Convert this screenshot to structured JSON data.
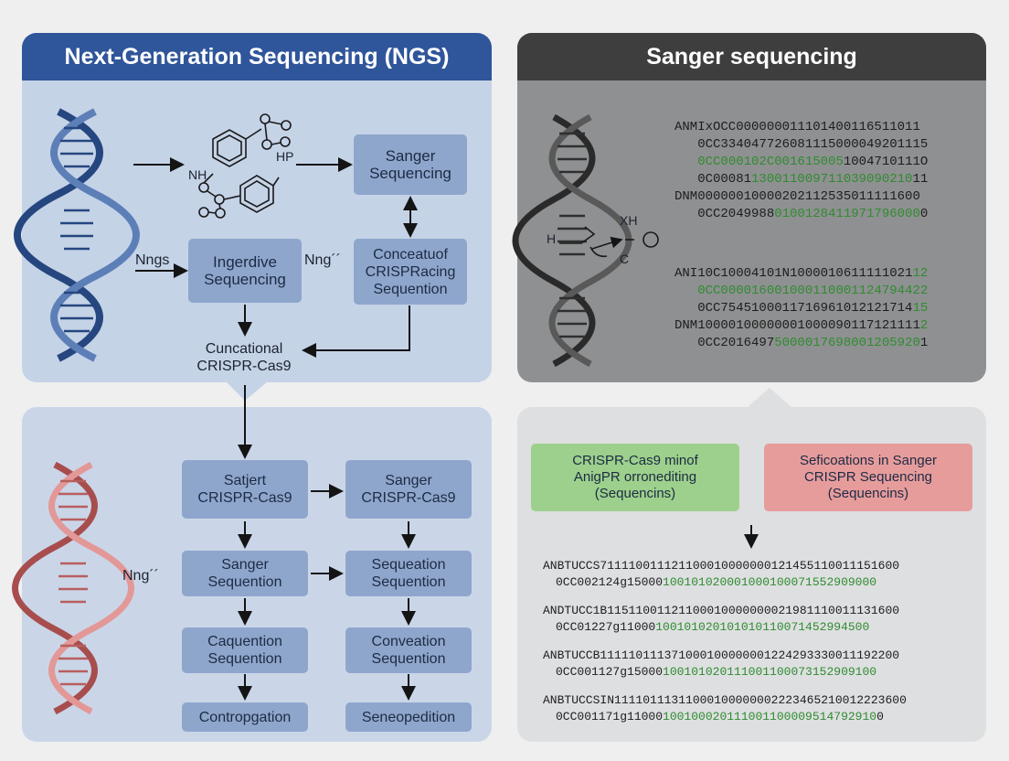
{
  "colors": {
    "ngs_header": "#2f559a",
    "sanger_header": "#3e3e3e",
    "box": "#8fa6cc",
    "green_box": "#9dd08c",
    "red_box": "#e79c9c",
    "green_text": "#2f8c2f"
  },
  "ngs": {
    "header": "Next-Generation Sequencing (NGS)",
    "molecule_labels": {
      "nh": "NH",
      "hp": "HP"
    },
    "boxes": {
      "sanger_sequencing": "Sanger\nSequencing",
      "ingerdive": "Ingerdive\nSequencing",
      "conceatuof": "Conceatuof\nCRISPRacing\nSequention"
    },
    "labels": {
      "nngs": "Nngs",
      "nng": "Nng´´",
      "cuncational": "Cuncational\nCRISPR-Cas9"
    }
  },
  "ngs_lower": {
    "side_label": "Nng´´",
    "left_column": [
      "Satjert\nCRISPR-Cas9",
      "Sanger\nSequention",
      "Caquention\nSequention",
      "Contropgation"
    ],
    "right_column": [
      "Sanger\nCRISPR-Cas9",
      "Sequeation\nSequention",
      "Conveation\nSequention",
      "Seneopedition"
    ]
  },
  "sanger": {
    "header": "Sanger sequencing",
    "molecule_labels": {
      "h": "H",
      "xh": "XH",
      "c": "C"
    },
    "seq_block1": [
      [
        "ANMIxOCC000000011101400116511011",
        ""
      ],
      [
        "   0CC334047726081115000049201115",
        ""
      ],
      [
        "   ",
        "0CC000102C001615005",
        "1004710111O"
      ],
      [
        "   0C00081",
        "130011009711039090210",
        "11"
      ],
      [
        "DNM00000010000202112535011111600",
        ""
      ],
      [
        "   0CC2049988",
        "0100128411971796000",
        "0"
      ]
    ],
    "seq_block2": [
      [
        "ANI10C10004101N1000010611111021",
        "12"
      ],
      [
        "   ",
        "0CC000016001000110001124794422",
        ""
      ],
      [
        "   0CC7545100011716961012121714",
        "15"
      ],
      [
        "DNM10000100000001000090117121111",
        "2"
      ],
      [
        "   0CC2016497",
        "5000017698001205920",
        "1"
      ]
    ]
  },
  "sanger_lower": {
    "green_box": "CRISPR-Cas9 minof\nAnigPR orronediting\n(Sequencins)",
    "red_box": "Seficoations in Sanger\nCRISPR Sequencing\n(Sequencins)",
    "seq_rows": [
      [
        "ANBTUCCS71111001112110001000000012145511001115160",
        "0"
      ],
      [
        "0CC002124g15000",
        "100101020001000100071552909000"
      ],
      [
        "ANDTUCC1B11511001121100010000000021981110011131600",
        ""
      ],
      [
        "0CC01227g11000",
        "100101020101010110071452994500"
      ],
      [
        "ANBTUCCB11111011137100010000000122429333001119220",
        "0"
      ],
      [
        "0CC001127g15000",
        "100101020111001100073152909100"
      ],
      [
        "ANBTUCCSIN1111011131100010000000222346521001222360",
        "0"
      ],
      [
        "0CC001171g11000",
        "100100020111001100009514792910",
        "0"
      ]
    ]
  }
}
